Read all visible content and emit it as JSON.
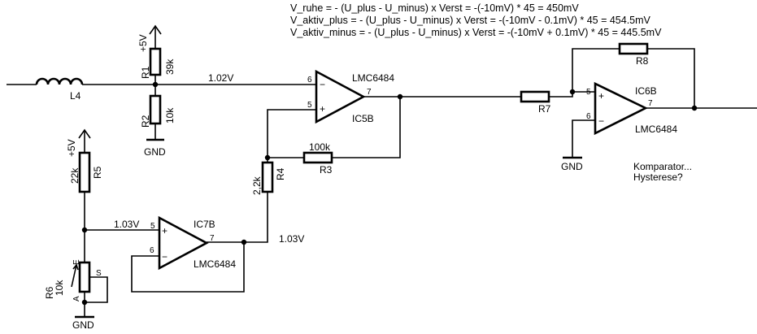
{
  "equations": [
    "V_ruhe = - (U_plus - U_minus) x Verst  = -(-10mV) * 45 = 450mV",
    "V_aktiv_plus = - (U_plus - U_minus) x Verst  = -(-10mV - 0.1mV) * 45 = 454.5mV",
    "V_aktiv_minus = - (U_plus - U_minus) x Verst  = -(-10mV + 0.1mV) * 45 = 445.5mV"
  ],
  "labels": {
    "l4": "L4",
    "r1": "R1",
    "r1_value": "39k",
    "r2": "R2",
    "r2_value": "10k",
    "r3": "R3",
    "r3_value": "100k",
    "r4": "R4",
    "r4_value": "2,2k",
    "r5": "R5",
    "r5_value": "22k",
    "r6": "R6",
    "r6_value": "10k",
    "r7": "R7",
    "r8": "R8",
    "vplus_r1": "+5V",
    "vplus_r5": "+5V",
    "gnd_r2": "GND",
    "gnd_r6": "GND",
    "gnd_ic6": "GND",
    "v_node_top": "1.02V",
    "v_node_ic7": "1.03V",
    "v_out_ic7": "1.03V",
    "ic5": "IC5B",
    "ic5_part": "LMC6484",
    "ic6": "IC6B",
    "ic6_part": "LMC6484",
    "ic7": "IC7B",
    "ic7_part": "LMC6484",
    "pot_e": "E",
    "pot_a": "A",
    "pot_s": "S",
    "note_line1": "Komparator...",
    "note_line2": "Hysterese?"
  },
  "pins": {
    "ic5_minus": "6",
    "ic5_plus": "5",
    "ic5_out": "7",
    "ic6_plus": "5",
    "ic6_minus": "6",
    "ic6_out": "7",
    "ic7_plus": "5",
    "ic7_minus": "6",
    "ic7_out": "7",
    "sign_plus": "+",
    "sign_minus": "−"
  }
}
